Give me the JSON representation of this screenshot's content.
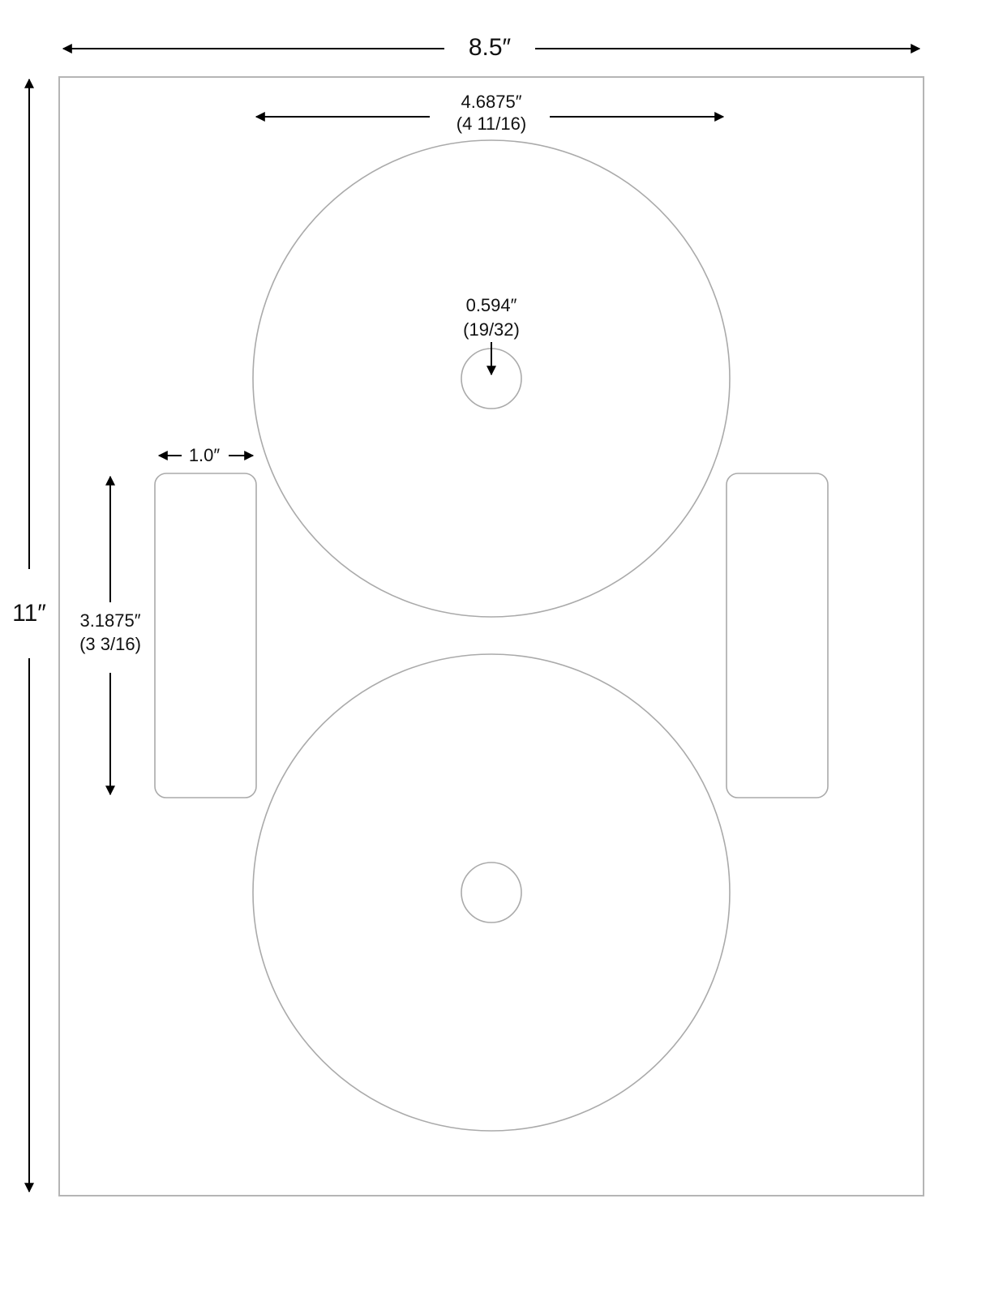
{
  "sheet": {
    "width_label": "8.5″",
    "height_label": "11″"
  },
  "disc_label": {
    "diameter_label": "4.6875″",
    "diameter_fraction": "(4 11/16)",
    "hole_label": "0.594″",
    "hole_fraction": "(19/32)",
    "count": 2
  },
  "spine_label": {
    "width_label": "1.0″",
    "height_label": "3.1875″",
    "height_fraction": "(3 3/16)",
    "count": 2
  },
  "colors": {
    "outline": "#aaaaaa",
    "dimension": "#000000",
    "background": "#ffffff"
  }
}
